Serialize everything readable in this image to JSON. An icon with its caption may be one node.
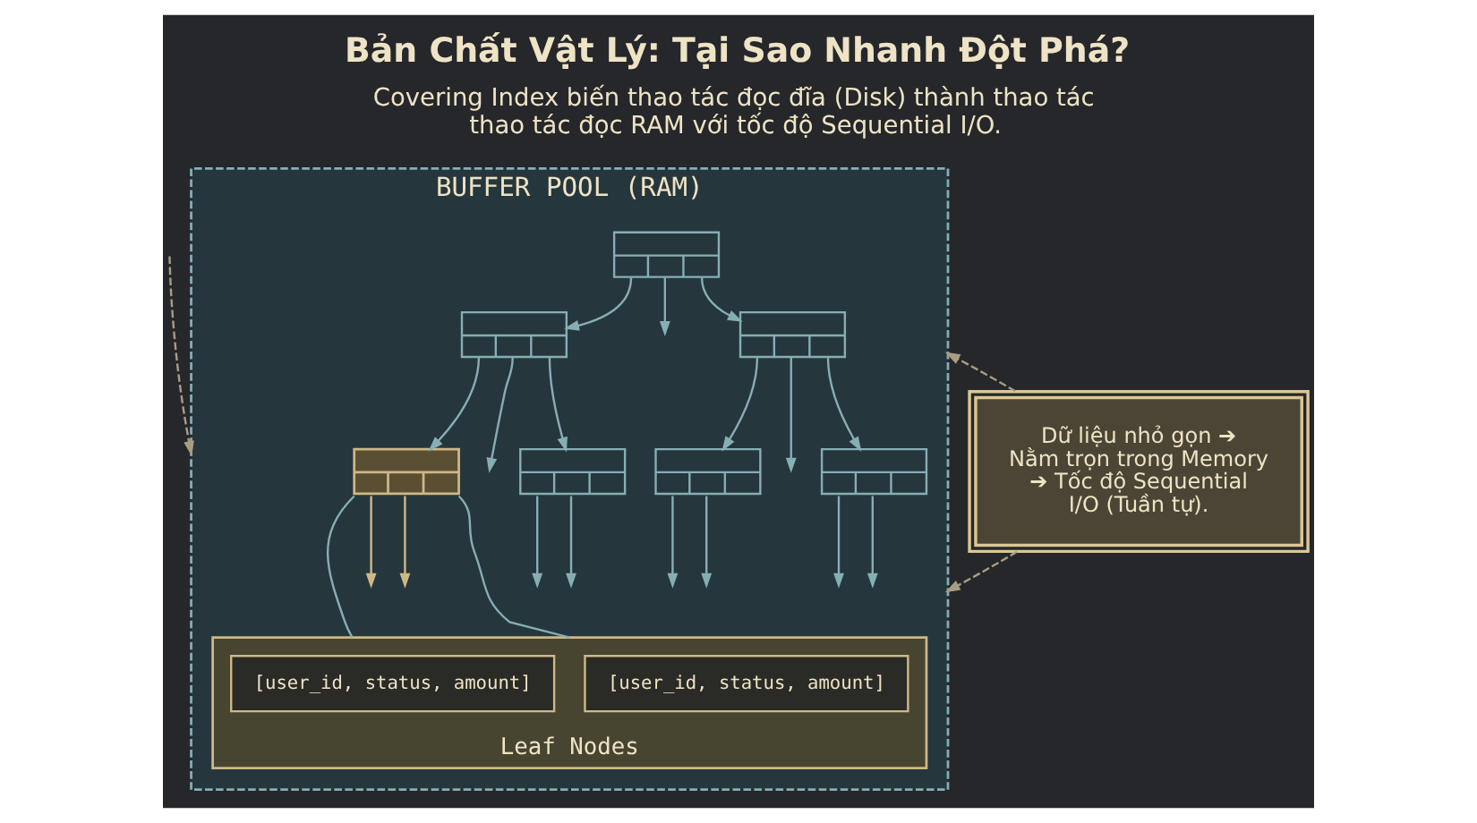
{
  "diagram": {
    "title": "Bản Chất Vật Lý: Tại Sao Nhanh Đột Phá?",
    "caption": "Covering Index biến thao tác đọc đĩa (Disk) thành thao tác thao tác đọc RAM với tốc độ Sequential I/O.",
    "nodes": [
      {
        "text": [
          "BUFFER POOL (RAM)"
        ]
      },
      {
        "text": [],
        "shape": "box",
        "in": 0
      },
      {
        "text": [],
        "shape": "box",
        "in": 0
      },
      {
        "text": [],
        "shape": "box",
        "in": 0
      },
      {
        "text": [],
        "shape": "box",
        "in": 0
      },
      {
        "text": [],
        "shape": "box",
        "in": 0
      },
      {
        "text": [],
        "shape": "box",
        "in": 0
      },
      {
        "text": [],
        "shape": "box",
        "in": 0
      },
      {
        "text": [
          "Leaf Nodes"
        ],
        "in": 0
      },
      {
        "text": [
          "[user_id, status, amount]"
        ],
        "in": 8
      },
      {
        "text": [
          "[user_id, status, amount]"
        ],
        "in": 8
      },
      {
        "text": [
          "Dữ liệu nhỏ gọn ➔ Nằm trọn trong Memory",
          "➔ Tốc độ Sequential I/O (Tuần tự)."
        ]
      }
    ],
    "edges": [
      {
        "from": 1,
        "to": 2,
        "arrow": "to"
      },
      {
        "from": 1,
        "to": null,
        "arrow": "to"
      },
      {
        "from": 1,
        "to": 3,
        "arrow": "to"
      },
      {
        "from": 2,
        "to": 4,
        "arrow": "to"
      },
      {
        "from": 2,
        "to": null,
        "arrow": "to"
      },
      {
        "from": 2,
        "to": 5,
        "arrow": "to"
      },
      {
        "from": 3,
        "to": 6,
        "arrow": "to"
      },
      {
        "from": 3,
        "to": null,
        "arrow": "to"
      },
      {
        "from": 3,
        "to": 7,
        "arrow": "to"
      },
      {
        "from": 4,
        "to": null,
        "arrow": "to",
        "color": "#cdb887"
      },
      {
        "from": 4,
        "to": null,
        "arrow": "to",
        "color": "#cdb887"
      },
      {
        "from": 5,
        "to": null,
        "arrow": "to"
      },
      {
        "from": 5,
        "to": null,
        "arrow": "to"
      },
      {
        "from": 6,
        "to": null,
        "arrow": "to"
      },
      {
        "from": 6,
        "to": null,
        "arrow": "to"
      },
      {
        "from": 7,
        "to": null,
        "arrow": "to"
      },
      {
        "from": 7,
        "to": null,
        "arrow": "to"
      },
      {
        "from": 4,
        "to": 8,
        "arrow": "none"
      },
      {
        "from": 4,
        "to": 8,
        "arrow": "none"
      },
      {
        "from": 11,
        "to": 0,
        "arrow": "to",
        "style": "dashed",
        "color": "#a99d80"
      },
      {
        "from": 11,
        "to": 0,
        "arrow": "to",
        "style": "dashed",
        "color": "#a99d80"
      },
      {
        "from": null,
        "to": 0,
        "arrow": "to",
        "style": "dashed",
        "color": "#a99d80"
      }
    ]
  }
}
